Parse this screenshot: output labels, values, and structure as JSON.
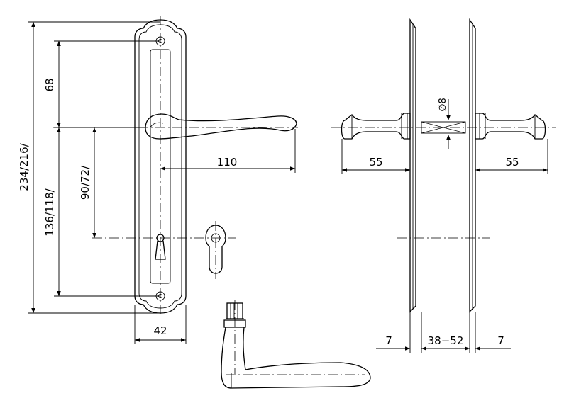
{
  "dimensions": {
    "top_offset": "68",
    "lever_length": "110",
    "overall_height": "234/216/",
    "handle_to_bottom": "136/118/",
    "backset_spacing": "90/72/",
    "plate_width": "42",
    "side_left_projection": "55",
    "side_right_projection": "55",
    "spindle_square": "∅8",
    "rose_left": "7",
    "door_range": "38−52",
    "rose_right": "7"
  }
}
